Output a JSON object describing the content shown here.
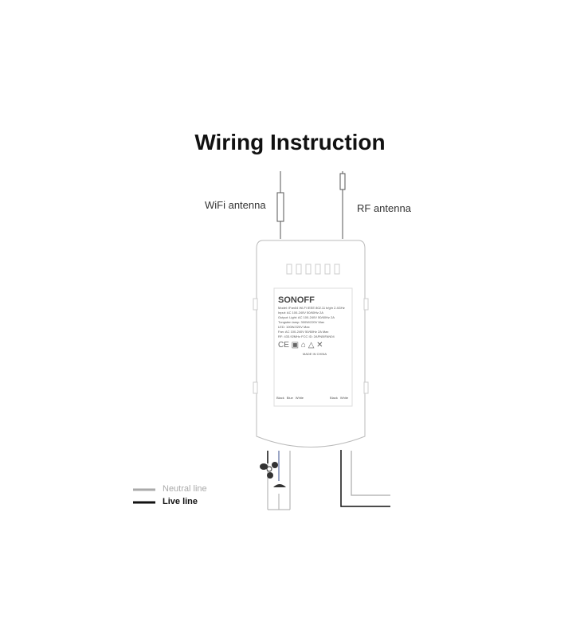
{
  "title": "Wiring Instruction",
  "antennas": {
    "wifi": "WiFi antenna",
    "rf": "RF antenna"
  },
  "device": {
    "brand": "SONOFF",
    "spec_lines": [
      "Model: iFan04   Wi-Fi IEEE 802.11 b/g/n 2.4GHz",
      "Input: AC 100-240V 50/60Hz 2A",
      "Output: Light: AC 100-240V 50/60Hz 2A",
      "Tungsten lamp: 300W/220V Max",
      "LED: 100W/220V Max",
      "Fan: AC 100-240V 50/60Hz 2A Max",
      "RF: 433.92MHz   FCC ID: 2APN5IFAN04"
    ],
    "made_in": "MADE IN CHINA",
    "terminals": [
      "Black",
      "Blue",
      "White",
      "Black",
      "White"
    ]
  },
  "legend": {
    "neutral": "Neutral line",
    "live": "Live line"
  },
  "colors": {
    "neutral": "#aaaaaa",
    "live": "#111111",
    "blue": "#3a4f8c"
  }
}
